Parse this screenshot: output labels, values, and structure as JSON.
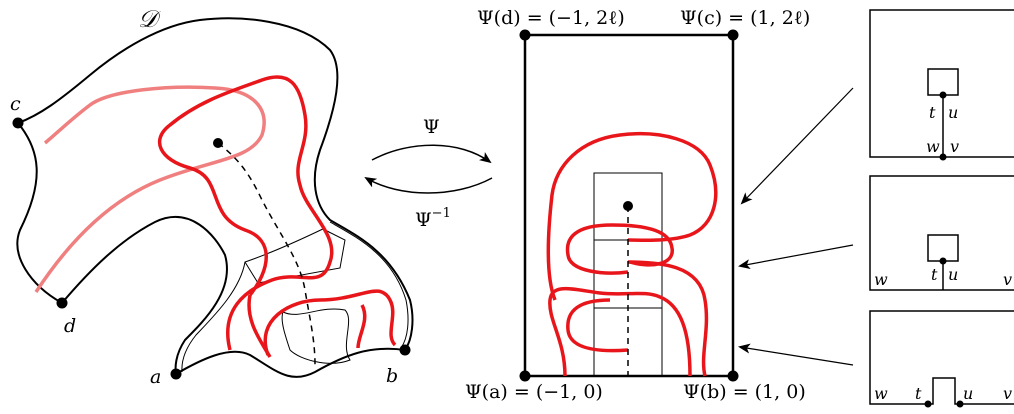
{
  "domain_title": "𝒟",
  "map_labels": {
    "forward": "Ψ",
    "inverse": "Ψ",
    "inverse_sup": "−1"
  },
  "domain_points": {
    "a": "a",
    "b": "b",
    "c": "c",
    "d": "d"
  },
  "rectangle_corners": {
    "top_left": "Ψ(d) = (−1, 2ℓ)",
    "top_right": "Ψ(c) = (1, 2ℓ)",
    "bottom_left": "Ψ(a) = (−1, 0)",
    "bottom_right": "Ψ(b) = (1, 0)"
  },
  "panel_top_labels": [
    "t",
    "u",
    "w",
    "v"
  ],
  "panel_mid_labels": [
    "w",
    "t",
    "u",
    "v"
  ],
  "panel_bottom_labels": [
    "w",
    "t",
    "u",
    "v"
  ],
  "colors": {
    "curve_red": "#e8161b",
    "curve_pink": "#f08080",
    "ink": "#000000"
  }
}
